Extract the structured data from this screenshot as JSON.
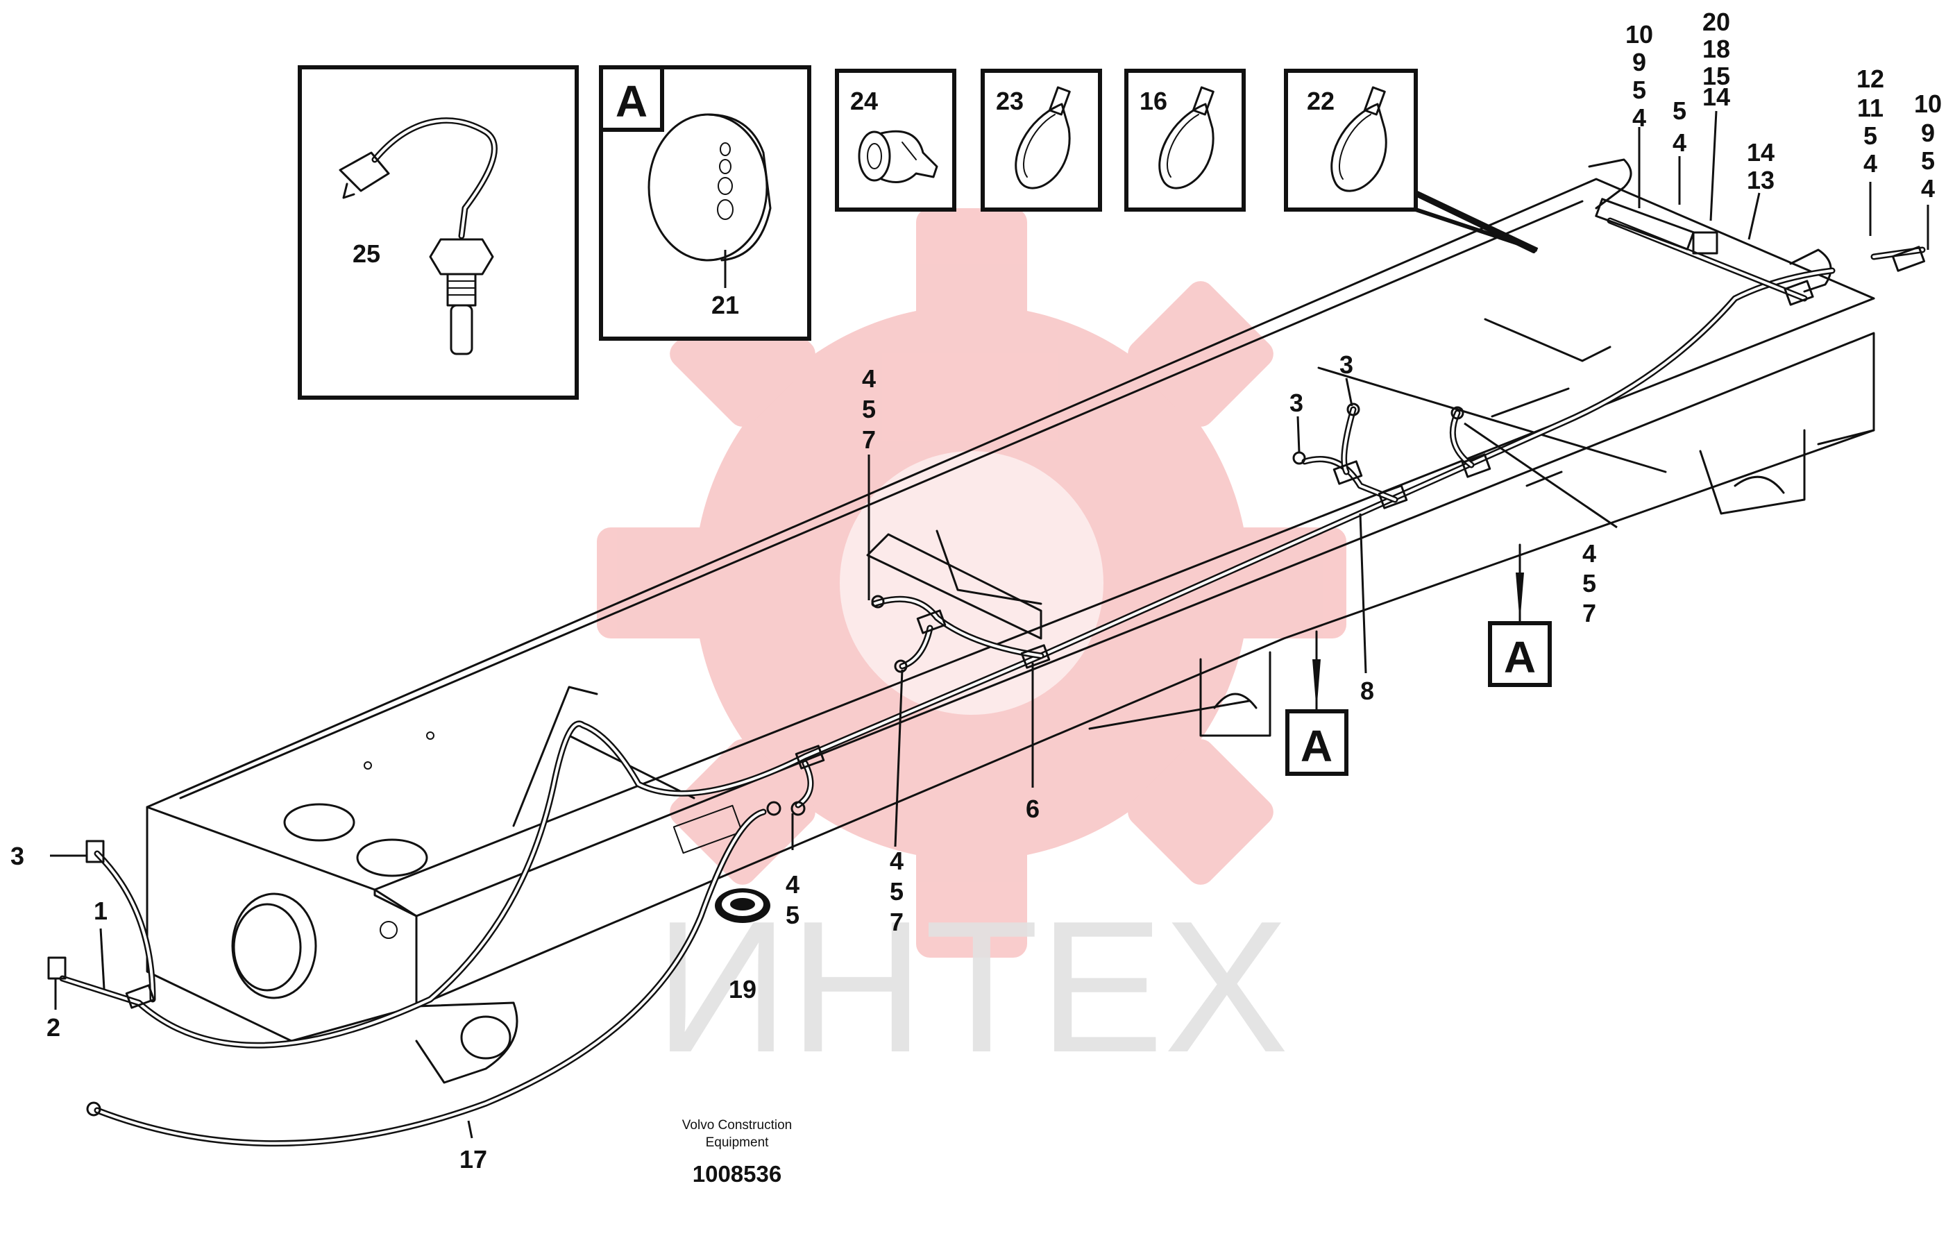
{
  "watermark": {
    "text": "ИНТЕХ",
    "color": "#f4a3a3",
    "text_color": "#e2e2e2"
  },
  "caption": {
    "line1": "Volvo Construction",
    "line2": "Equipment",
    "doc_number": "1008536"
  },
  "detail_boxes": [
    {
      "label": "25"
    },
    {
      "letter": "A",
      "label": "21"
    },
    {
      "label": "24"
    },
    {
      "label": "23"
    },
    {
      "label": "16"
    },
    {
      "label": "22"
    }
  ],
  "view_markers": [
    "A",
    "A"
  ],
  "callouts": {
    "c1": "1",
    "c2": "2",
    "c3_left": "3",
    "c3_mid_a": "3",
    "c3_mid_b": "3",
    "c6": "6",
    "c8": "8",
    "c17": "17",
    "c19": "19",
    "group_457_top": [
      "4",
      "5",
      "7"
    ],
    "group_457_bottom": [
      "4",
      "5",
      "7"
    ],
    "group_457_right": [
      "4",
      "5",
      "7"
    ],
    "group_45_bottom": [
      "4",
      "5"
    ],
    "group_10954_a": [
      "10",
      "9",
      "5",
      "4"
    ],
    "group_54": [
      "5",
      "4"
    ],
    "group_20181514": [
      "20",
      "18",
      "15",
      "14"
    ],
    "group_1413": [
      "14",
      "13"
    ],
    "group_121154": [
      "12",
      "11",
      "5",
      "4"
    ],
    "group_10954_b": [
      "10",
      "9",
      "5",
      "4"
    ]
  }
}
